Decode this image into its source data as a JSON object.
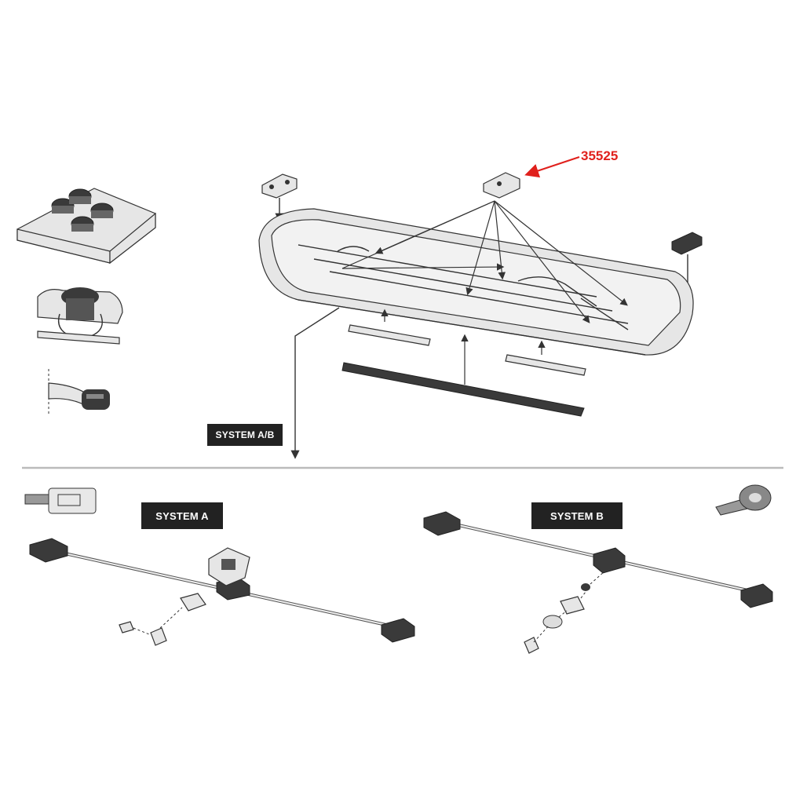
{
  "labels": {
    "system_ab": "SYSTEM A/B",
    "system_a": "SYSTEM A",
    "system_b": "SYSTEM B",
    "part_number": "35525"
  },
  "colors": {
    "accent": "#e0201c",
    "label_bg": "#222222",
    "line": "#333333"
  }
}
